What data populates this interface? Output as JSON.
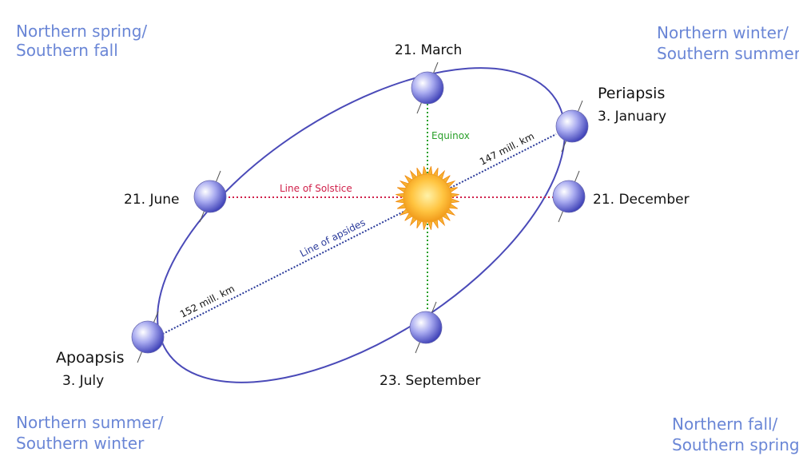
{
  "seasons": {
    "top_left": [
      "Northern spring/",
      "Southern fall"
    ],
    "top_right": [
      "Northern winter/",
      "Southern summer"
    ],
    "bottom_left": [
      "Northern summer/",
      "Southern winter"
    ],
    "bottom_right": [
      "Northern fall/",
      "Southern spring"
    ]
  },
  "dates": {
    "march": "21. March",
    "june": "21. June",
    "december": "21. December",
    "september": "23. September"
  },
  "periapsis": {
    "title": "Periapsis",
    "date": "3. January"
  },
  "apoapsis": {
    "title": "Apoapsis",
    "date": "3. July"
  },
  "lines": {
    "solstice": "Line of Solstice",
    "equinox": "Equinox",
    "apsides": "Line of apsides",
    "distance_near": "147 mill. km",
    "distance_far": "152 mill. km"
  },
  "colors": {
    "orbit": "#4a4ab8",
    "season_text": "#6a86d6",
    "solstice": "#d0204a",
    "equinox": "#2aa02a",
    "apsides": "#2a3a9a",
    "sun": "#f5a623",
    "planet": "#7a7fe0"
  }
}
